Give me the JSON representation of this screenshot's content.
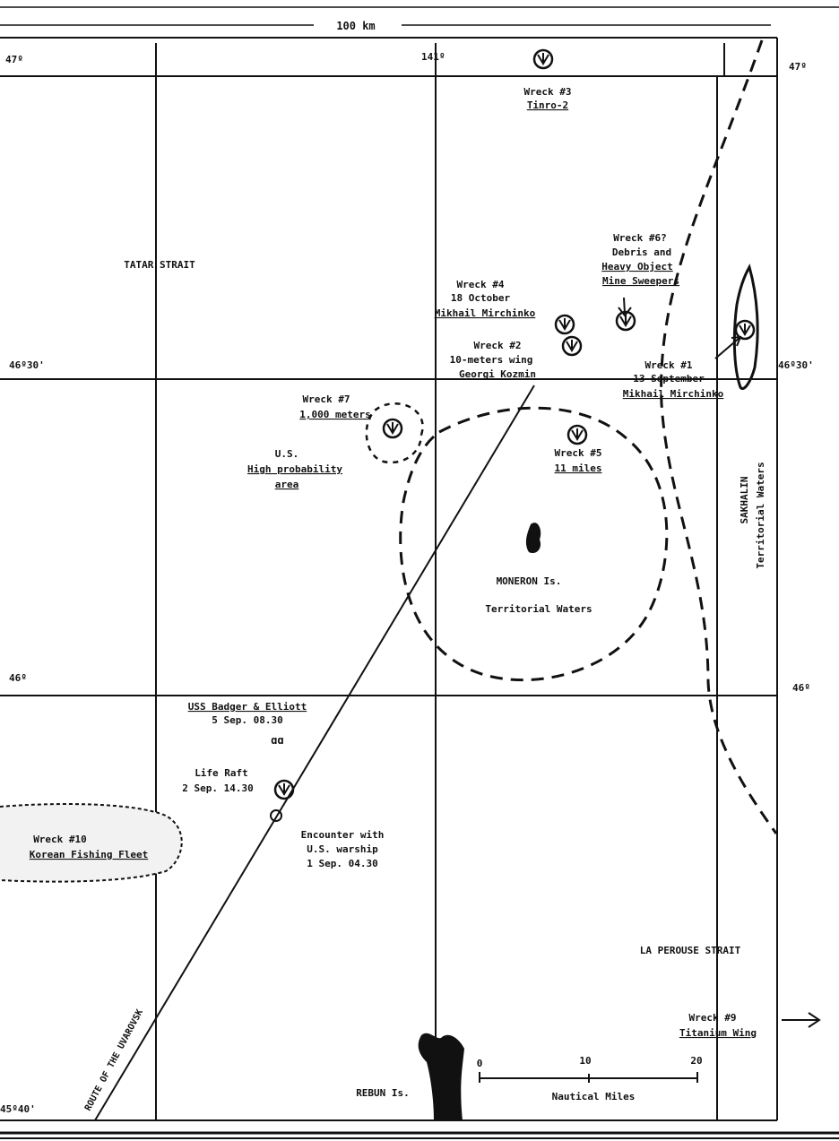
{
  "scale_top": "100 km",
  "latitude_labels": {
    "lat47_left": "47º",
    "lat47_right": "47º",
    "lat4630_left": "46º30'",
    "lat4630_right": "46º30'",
    "lat46_left": "46º",
    "lat46_right": "46º",
    "lat4540_left": "45º40'"
  },
  "longitude_label": "141º",
  "regions": {
    "tatar": "TATAR STRAIT",
    "moneron_name": "MONERON Is.",
    "moneron_waters": "Territorial Waters",
    "sakhalin_name": "SAKHALIN",
    "sakhalin_waters": "Territorial Waters",
    "la_perouse": "LA PEROUSE STRAIT",
    "rebun": "REBUN Is.",
    "route": "ROUTE OF THE UVAROVSK"
  },
  "wrecks": {
    "w3": {
      "line1": "Wreck #3",
      "line2": "Tinro-2"
    },
    "w6": {
      "line1": "Wreck #6?",
      "line2": "Debris and",
      "line3": "Heavy Object",
      "line4": "Mine Sweepers"
    },
    "w4": {
      "line1": "Wreck #4",
      "line2": "18 October",
      "line3": "Mikhail Mirchinko"
    },
    "w2": {
      "line1": "Wreck #2",
      "line2": "10-meters wing",
      "line3": "Georgi  Kozmin"
    },
    "w1": {
      "line1": "Wreck #1",
      "line2": "13 September",
      "line3": "Mikhail Mirchinko"
    },
    "w7": {
      "line1": "Wreck #7",
      "line2": "1,000 meters"
    },
    "w5": {
      "line1": "Wreck #5",
      "line2": "11 miles"
    },
    "w10": {
      "line1": "Wreck #10",
      "line2": "Korean Fishing Fleet"
    },
    "w9": {
      "line1": "Wreck #9",
      "line2": "Titanium Wing"
    }
  },
  "us_area": {
    "line1": "U.S.",
    "line2": "High probability",
    "line3": "area"
  },
  "events": {
    "badger": {
      "line1": "USS Badger & Elliott",
      "line2": "5 Sep. 08.30"
    },
    "raft": {
      "line1": "Life Raft",
      "line2": "2 Sep. 14.30"
    },
    "encounter": {
      "line1": "Encounter with",
      "line2": "U.S. warship",
      "line3": "1 Sep. 04.30"
    }
  },
  "scale_bar": {
    "tick0": "0",
    "tick10": "10",
    "tick20": "20",
    "unit": "Nautical Miles"
  }
}
